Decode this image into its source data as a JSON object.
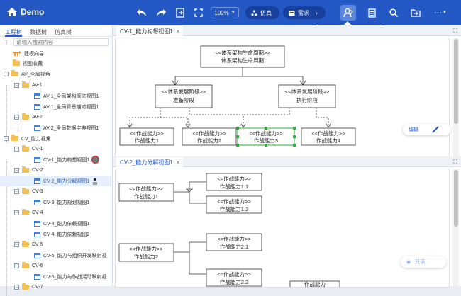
{
  "app": {
    "title": "Demo"
  },
  "toolbar": {
    "zoom": "100%",
    "simulate_label": "仿真",
    "requirement_label": "需求",
    "more_label": "···"
  },
  "user_popup": {
    "avatar_letter": "u"
  },
  "sidebar": {
    "tabs": [
      "工程树",
      "数据树",
      "仿真树"
    ],
    "search_placeholder": "请输入搜索内容",
    "items": [
      {
        "label": "建模向导"
      },
      {
        "label": "视图收藏"
      },
      {
        "label": "AV_全局视角"
      },
      {
        "label": "AV-1"
      },
      {
        "label": "AV-1_全局架构概览视图1"
      },
      {
        "label": "AV-1_全局背景描述视图1"
      },
      {
        "label": "AV-2"
      },
      {
        "label": "AV-2_全局数据字典视图1"
      },
      {
        "label": "CV_能力视角"
      },
      {
        "label": "CV-1"
      },
      {
        "label": "CV-1_能力构想视图1"
      },
      {
        "label": "CV-2"
      },
      {
        "label": "CV-2_能力分解视图1"
      },
      {
        "label": "CV-3"
      },
      {
        "label": "CV-3_能力规划视图1"
      },
      {
        "label": "CV-4"
      },
      {
        "label": "CV-4_能力依赖视图1"
      },
      {
        "label": "CV-4_能力依赖视图2"
      },
      {
        "label": "CV-5"
      },
      {
        "label": "CV-5_能力与组织开发映射视"
      },
      {
        "label": "CV-6"
      },
      {
        "label": "CV-6_能力与作战活动映射视"
      },
      {
        "label": "CV-7"
      }
    ]
  },
  "panel_top": {
    "tab_label": "CV-1_能力构想视图1",
    "edit_label": "编辑",
    "root": {
      "stereo": "<<体系架构生命周期>>",
      "name": "体系架构生命周期"
    },
    "stages": [
      {
        "stereo": "<<体系发展阶段>>",
        "name": "准备阶段"
      },
      {
        "stereo": "<<体系发展阶段>>",
        "name": "执行阶段"
      }
    ],
    "capabilities": [
      {
        "stereo": "<<作战能力>>",
        "name": "作战能力1"
      },
      {
        "stereo": "<<作战能力>>",
        "name": "作战能力2"
      },
      {
        "stereo": "<<作战能力>>",
        "name": "作战能力3"
      },
      {
        "stereo": "<<作战能力>>",
        "name": "作战能力4"
      }
    ]
  },
  "panel_bottom": {
    "tab_label": "CV-2_能力分解视图1",
    "readonly_label": "只读",
    "parents": [
      {
        "stereo": "<<作战能力>>",
        "name": "作战能力1"
      },
      {
        "stereo": "<<作战能力>>",
        "name": "作战能力2"
      }
    ],
    "children": [
      {
        "stereo": "<<作战能力>>",
        "name": "作战能力1.1"
      },
      {
        "stereo": "<<作战能力>>",
        "name": "作战能力1.2"
      },
      {
        "stereo": "<<作战能力>>",
        "name": "作战能力2.1"
      },
      {
        "stereo": "<<作战能力>>",
        "name": "作战能力2.2"
      }
    ],
    "partial_label": "作战能力"
  },
  "colors": {
    "topbar": "#2458c4",
    "accent": "#2458c4",
    "selection": "#2fa83c",
    "folder": "#f4bf54"
  }
}
